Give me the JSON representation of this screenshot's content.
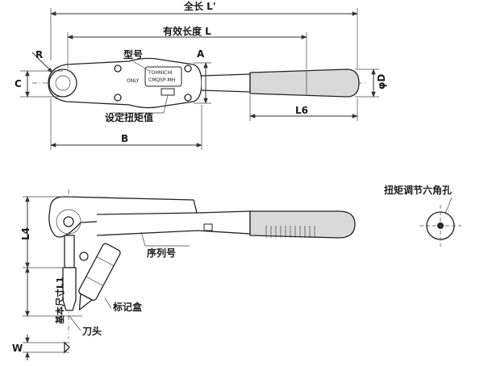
{
  "labels": {
    "overall_length": "全长 L'",
    "effective_length": "有效长度 L",
    "model": "型号",
    "r": "R",
    "c": "C",
    "a": "A",
    "phi_d": "φD",
    "set_torque": "设定扭矩值",
    "l6": "L6",
    "b": "B",
    "hex_hole": "扭矩调节六角孔",
    "l4": "L4",
    "serial_no": "序列号",
    "base_size": "基本尺寸L1",
    "marking_box": "标记盒",
    "cutter_head": "刀头",
    "w": "W"
  },
  "brand_plate": {
    "brand": "TOHNICHI",
    "model_code": "CMQSP-MH",
    "switch": "ONLY"
  },
  "colors": {
    "line": "#333333",
    "grip": "#d9d9d9",
    "text": "#1a1a1a"
  }
}
